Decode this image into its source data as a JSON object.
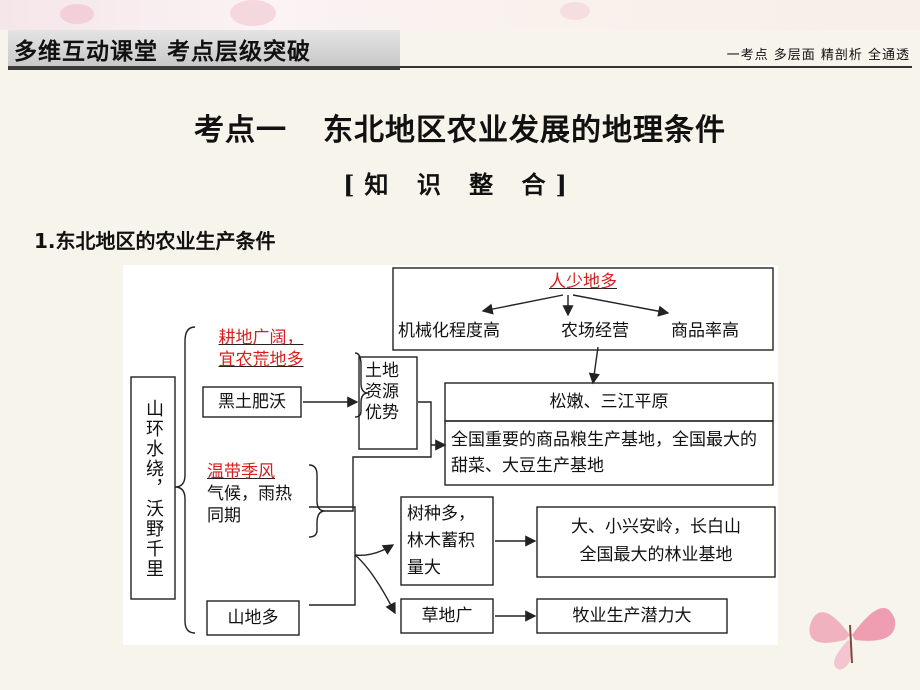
{
  "header": {
    "title": "多维互动课堂  考点层级突破",
    "slogan": "一考点 多层面 精剖析 全通透"
  },
  "page_title": {
    "prefix": "考点一",
    "main": "东北地区农业发展的地理条件"
  },
  "section_title": "[知 识 整 合]",
  "subsection_title": "1.东北地区的农业生产条件",
  "diagram": {
    "root": "山环水绕，沃野千里",
    "arable_red_1": "耕地广阔，",
    "arable_red_2": "宜农荒地多",
    "black_soil": "黑土肥沃",
    "land_resource": "土地资源优势",
    "climate_red": "温带季风",
    "climate_text": "气候，雨热同期",
    "mountains": "山地多",
    "top_red": "人少地多",
    "top_items": [
      "机械化程度高",
      "农场经营",
      "商品率高"
    ],
    "plain": "松嫩、三江平原",
    "grain_base": "全国重要的商品粮生产基地，全国最大的甜菜、大豆生产基地",
    "forest_cond": "树种多，林木蓄积量大",
    "forest_base_1": "大、小兴安岭，长白山",
    "forest_base_2": "全国最大的林业基地",
    "grassland": "草地广",
    "livestock": "牧业生产潜力大"
  },
  "colors": {
    "accent_red": "#d81e1e",
    "header_rule": "#333333",
    "background": "#f7f4ec"
  }
}
